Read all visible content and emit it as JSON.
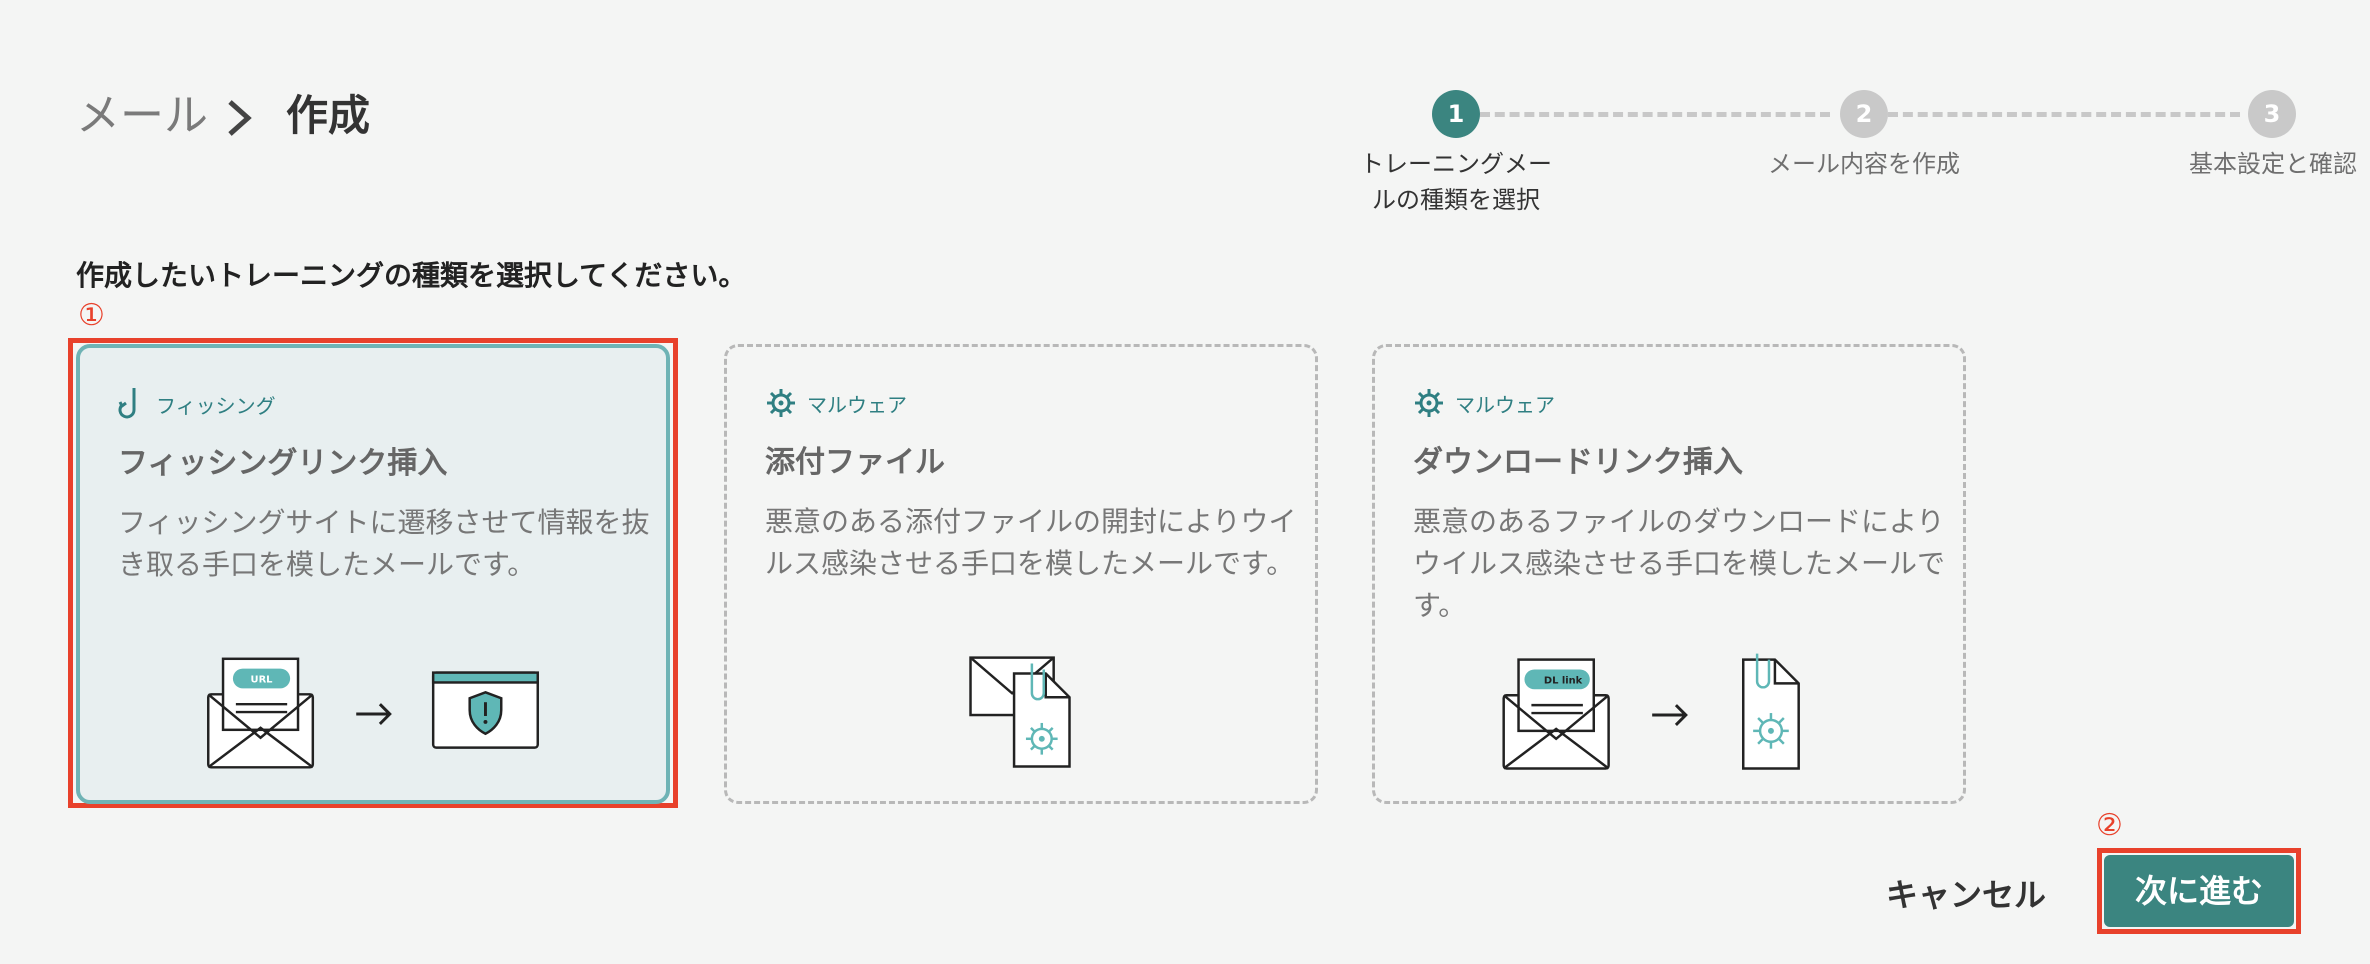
{
  "breadcrumb": {
    "parent": "メール",
    "current": "作成"
  },
  "stepper": [
    {
      "number": "1",
      "label": "トレーニングメールの種類を選択",
      "state": "active"
    },
    {
      "number": "2",
      "label": "メール内容を作成",
      "state": "inactive"
    },
    {
      "number": "3",
      "label": "基本設定と確認",
      "state": "inactive"
    }
  ],
  "instruction": "作成したいトレーニングの種類を選択してください。",
  "annotations": {
    "first": "①",
    "second": "②"
  },
  "cards": [
    {
      "tag": "フィッシング",
      "tag_icon": "fishing-hook-icon",
      "title": "フィッシングリンク挿入",
      "description": "フィッシングサイトに遷移させて情報を抜き取る手口を模したメールです。",
      "illustration_labels": [
        "URL"
      ],
      "selected": true
    },
    {
      "tag": "マルウェア",
      "tag_icon": "virus-icon",
      "title": "添付ファイル",
      "description": "悪意のある添付ファイルの開封によりウイルス感染させる手口を模したメールです。",
      "illustration_labels": [],
      "selected": false
    },
    {
      "tag": "マルウェア",
      "tag_icon": "virus-icon",
      "title": "ダウンロードリンク挿入",
      "description": "悪意のあるファイルのダウンロードによりウイルス感染させる手口を模したメールです。",
      "illustration_labels": [
        "DL link"
      ],
      "selected": false
    }
  ],
  "actions": {
    "cancel": "キャンセル",
    "next": "次に進む"
  },
  "colors": {
    "accent": "#3b8580",
    "annotation": "#e8412b",
    "illustration_teal": "#5fb7b6"
  }
}
